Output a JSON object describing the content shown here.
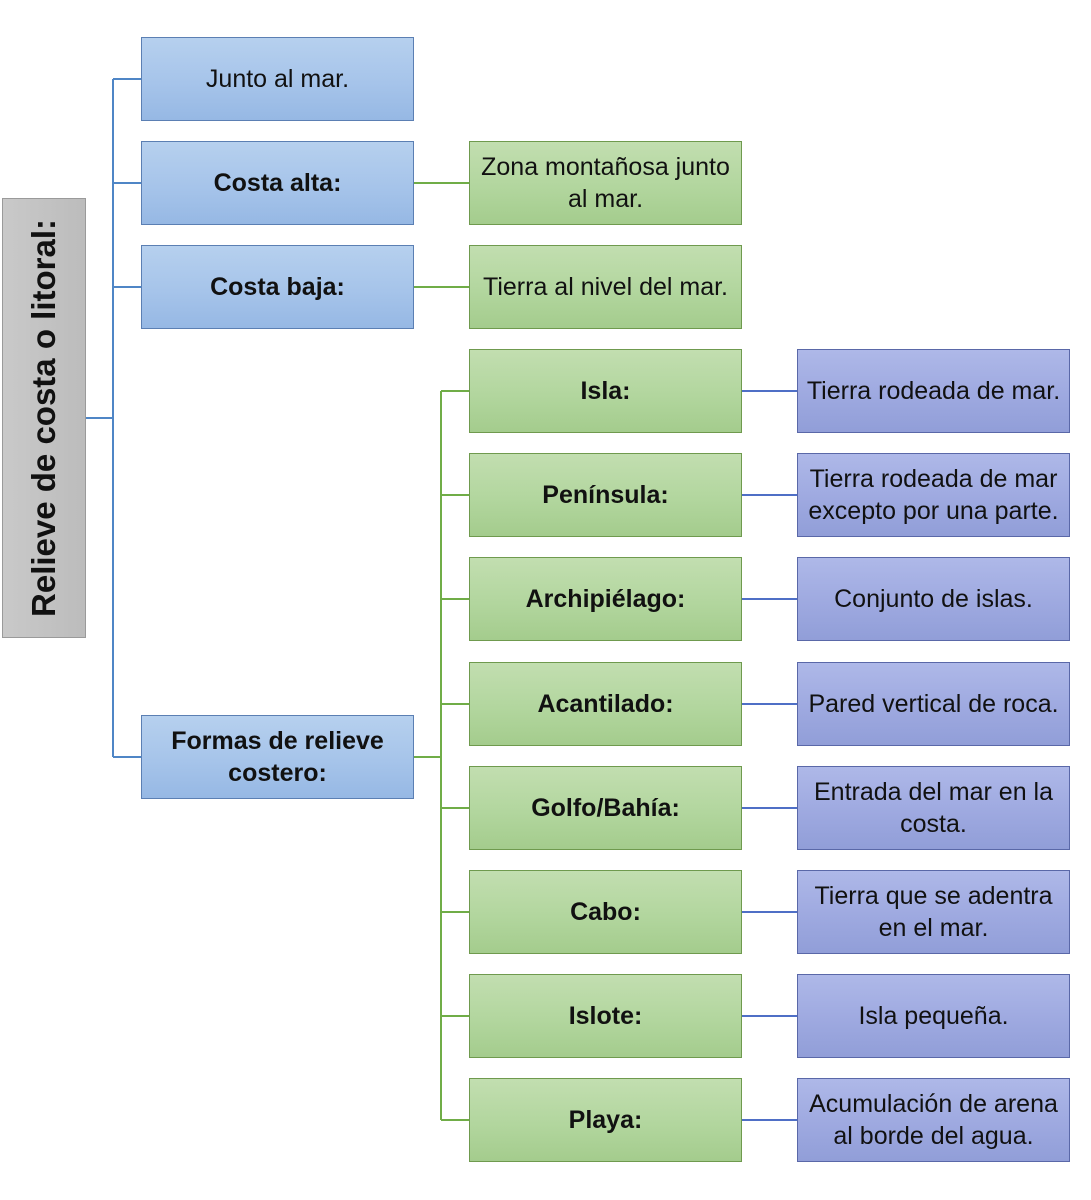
{
  "root": {
    "label": "Relieve de costa o litoral:"
  },
  "level1": [
    {
      "label": "Junto al mar."
    },
    {
      "label": "Costa alta:"
    },
    {
      "label": "Costa baja:"
    },
    {
      "label": "Formas de relieve costero:"
    }
  ],
  "costa_alta_def": "Zona montañosa junto al mar.",
  "costa_baja_def": "Tierra al nivel del mar.",
  "formas": [
    {
      "term": "Isla:",
      "def": "Tierra rodeada de mar."
    },
    {
      "term": "Península:",
      "def": "Tierra rodeada de mar excepto por una parte."
    },
    {
      "term": "Archipiélago:",
      "def": "Conjunto de islas."
    },
    {
      "term": "Acantilado:",
      "def": "Pared vertical de roca."
    },
    {
      "term": "Golfo/Bahía:",
      "def": "Entrada del mar en la costa."
    },
    {
      "term": "Cabo:",
      "def": "Tierra que se adentra en el mar."
    },
    {
      "term": "Islote:",
      "def": "Isla pequeña."
    },
    {
      "term": "Playa:",
      "def": "Acumulación de arena al borde del agua."
    }
  ],
  "colors": {
    "root_fill": "#bfbfbf",
    "level1_fill": "#a6c4ea",
    "level2_fill": "#b2d69e",
    "level3_fill": "#9ea9e0",
    "blue_connector": "#4f86c6",
    "green_connector": "#70ad47"
  }
}
